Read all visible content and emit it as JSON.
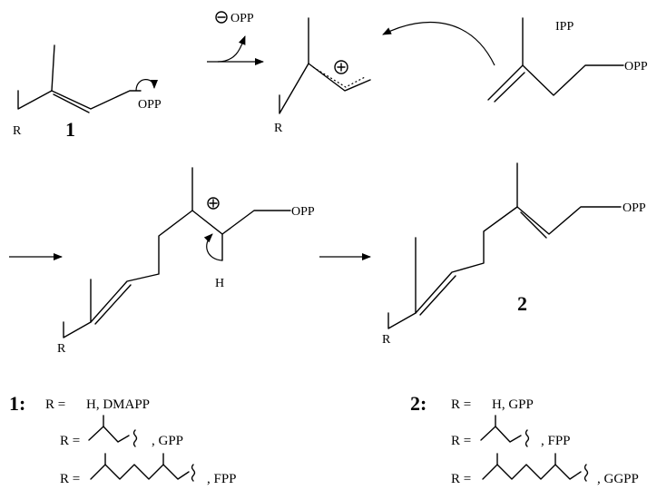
{
  "labels": {
    "opp": "OPP",
    "r": "R",
    "h": "H",
    "ipp": "IPP",
    "leaving_group": "OPP",
    "compound_1": "1",
    "compound_2": "2",
    "legend_1": "1:",
    "legend_2": "2:"
  },
  "legend_left": [
    {
      "prefix": "R =",
      "text": "H,  DMAPP"
    },
    {
      "prefix": "R =",
      "text": ", GPP"
    },
    {
      "prefix": "R =",
      "text": ", FPP"
    }
  ],
  "legend_right": [
    {
      "prefix": "R =",
      "text": "H,  GPP"
    },
    {
      "prefix": "R =",
      "text": ", FPP"
    },
    {
      "prefix": "R =",
      "text": ", GGPP"
    }
  ],
  "icons": [
    "minus-circle-icon",
    "plus-circle-icon",
    "curved-arrow-icon",
    "reaction-arrow-icon",
    "wavy-bond-icon"
  ]
}
